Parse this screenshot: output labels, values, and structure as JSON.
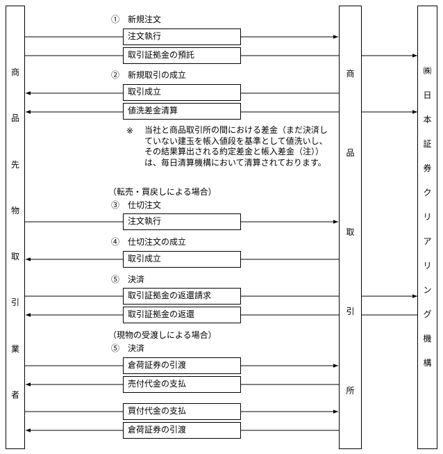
{
  "columns": {
    "left": "商品先物取引業者",
    "middle": "商品取引所",
    "right": "㈱日本証券クリアリング機構"
  },
  "steps": {
    "s1": "①　新規注文",
    "s2": "②　新規取引の成立",
    "s3": "③　仕切注文",
    "s4": "④　仕切注文の成立",
    "s5a": "⑤　決済",
    "s5b": "⑤　決済"
  },
  "sections": {
    "tenbai": "（転売・買戻しによる場合）",
    "genbutsu": "（現物の受渡しによる場合）"
  },
  "note": {
    "mark": "※",
    "text": "当社と商品取引所の間における差金（まだ決済していない建玉を帳入値段を基準として値洗いし、その結果算出される約定差金と帳入差金（注））は、毎日清算機構において清算されております。"
  },
  "boxes": {
    "b1": "注文執行",
    "b2": "取引証拠金の預託",
    "b3": "取引成立",
    "b4": "値洗差金清算",
    "b5": "注文執行",
    "b6": "取引成立",
    "b7": "取引証拠金の返還請求",
    "b8": "取引証拠金の返還",
    "b9": "倉荷証券の引渡",
    "b10": "売付代金の支払",
    "b11": "買付代金の支払",
    "b12": "倉荷証券の引渡"
  }
}
